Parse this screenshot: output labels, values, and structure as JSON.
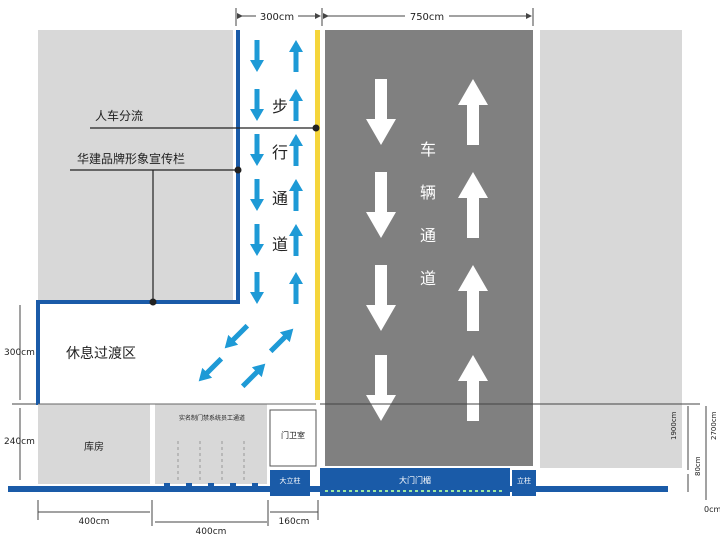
{
  "dimensions": {
    "walkway_width": "300cm",
    "road_width": "750cm",
    "rest_height": "300cm",
    "garage_height": "240cm",
    "garage_width": "400cm",
    "gate_width": "400cm",
    "guard_width": "160cm",
    "bottom_right_a": "1900cm",
    "bottom_right_b": "80cm",
    "right_side_a": "2700cm",
    "right_side_b": "0cm"
  },
  "labels": {
    "walkway": [
      "步",
      "行",
      "通",
      "道"
    ],
    "road": [
      "车",
      "辆",
      "通",
      "道"
    ],
    "separation": "人车分流",
    "brand_bar": "华建品牌形象宣传栏",
    "rest_area": "休息过渡区",
    "garage": "库房",
    "gate_channel": "实名制门禁系统员工通道",
    "guard_room": "门卫室",
    "pillar_left": "大立柱",
    "main_gate": "大门门楣",
    "pillar_right": "立柱"
  },
  "colors": {
    "blue": "#1a5ba8",
    "cyan": "#1e9ad6",
    "yellow": "#f5d53b",
    "road": "#808080",
    "panel": "#d8d8d8"
  }
}
